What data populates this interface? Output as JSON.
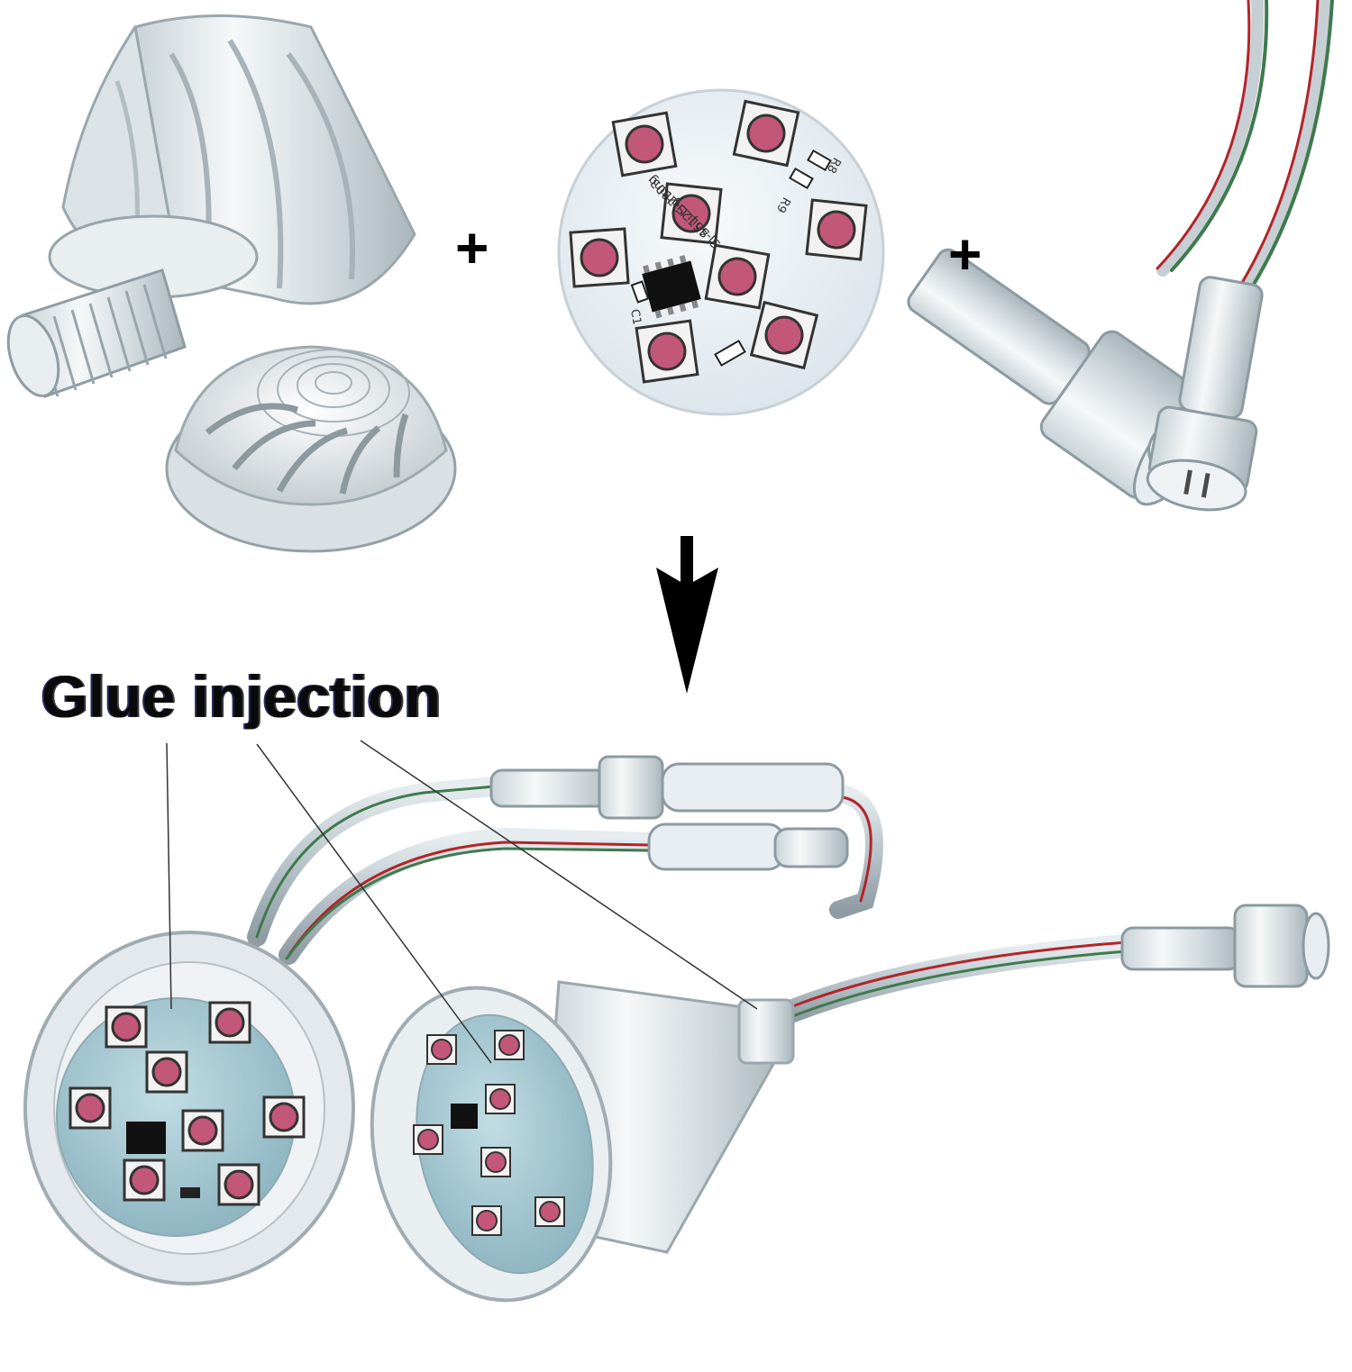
{
  "plus_signs": [
    "+",
    "+"
  ],
  "annotation": {
    "label": "Glue injection"
  },
  "pcb": {
    "silkscreen_line1": "SJ-4512S-2903",
    "silkscreen_line2": "Shiji Lighting",
    "ref_r8": "R8",
    "ref_r9": "R9",
    "ref_c1": "C1"
  },
  "colors": {
    "pcb_white": "#eef3f6",
    "pcb_blue": "#a9ccd6",
    "led_red": "#c2577a",
    "wire_red": "#b3242a",
    "wire_green": "#3f7a4d",
    "clear_plastic": "#dfe6ea"
  },
  "icons": [
    "down-arrow-icon",
    "plus-icon"
  ]
}
